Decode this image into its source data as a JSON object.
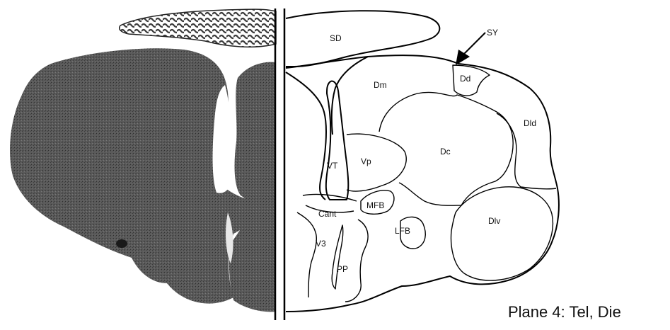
{
  "caption": "Plane 4: Tel, Die",
  "regions": {
    "sd": "SD",
    "sy": "SY",
    "dd": "Dd",
    "dm": "Dm",
    "dld": "Dld",
    "dc": "Dc",
    "vt": "VT",
    "vp": "Vp",
    "mfb": "MFB",
    "cant": "Cant",
    "lfb": "LFB",
    "dlv": "Dlv",
    "v3": "V3",
    "pp": "PP"
  }
}
